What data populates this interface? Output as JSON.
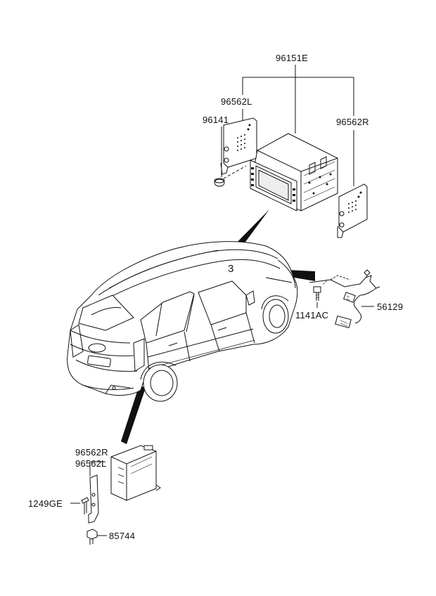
{
  "parts": {
    "head_unit_assembly": "96151E",
    "bracket_left_upper": "96562L",
    "bracket_right_upper": "96562R",
    "cap": "96141",
    "bolt_upper": "1141AC",
    "cable_assembly": "56129",
    "bracket_right_lower": "96562R",
    "bracket_left_lower": "96562L",
    "screw": "1249GE",
    "nut": "85744"
  },
  "callout_number": "3"
}
